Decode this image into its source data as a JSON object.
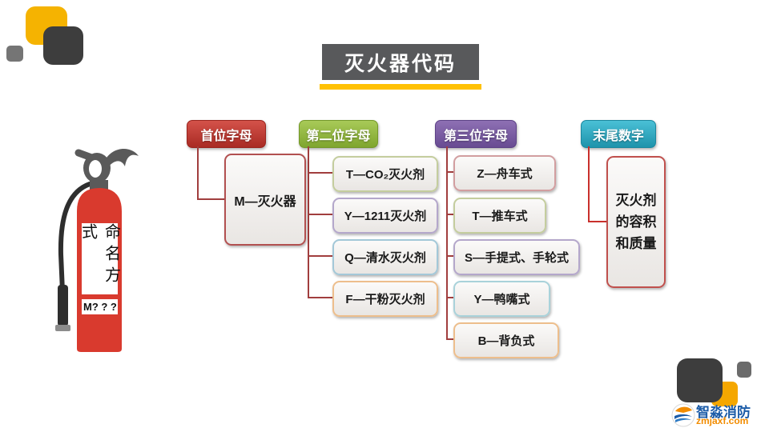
{
  "slide": {
    "title": "灭火器代码"
  },
  "extinguisher": {
    "label": "命名方式",
    "code": "M? ? ?"
  },
  "tree": {
    "columns": [
      {
        "header": "首位字母",
        "accent": "#C23B32",
        "items": [
          {
            "label": "M—灭火器",
            "accent": "#B25050"
          }
        ]
      },
      {
        "header": "第二位字母",
        "accent": "#8FB63F",
        "items": [
          {
            "label": "T—CO₂灭火剂",
            "accent": "#C4CD9E"
          },
          {
            "label": "Y—1211灭火剂",
            "accent": "#B4A7CB"
          },
          {
            "label": "Q—清水灭火剂",
            "accent": "#A3C8D8"
          },
          {
            "label": "F—干粉灭火剂",
            "accent": "#EDBE8C"
          }
        ]
      },
      {
        "header": "第三位字母",
        "accent": "#7A5BA5",
        "items": [
          {
            "label": "Z—舟车式",
            "accent": "#D29EA0"
          },
          {
            "label": "T—推车式",
            "accent": "#C4CD9E"
          },
          {
            "label": "S—手提式、手轮式",
            "accent": "#B4A7CB"
          },
          {
            "label": "Y—鸭嘴式",
            "accent": "#A9D2DA"
          },
          {
            "label": "B—背负式",
            "accent": "#EDBE8C"
          }
        ]
      },
      {
        "header": "末尾数字",
        "accent": "#2FA8BF",
        "items": [
          {
            "label": "灭火剂的容积和质量",
            "accent": "#C0504D"
          }
        ]
      }
    ],
    "connector_color": "#A13E3E",
    "connector_color_last": "#C9302C"
  },
  "logo": {
    "name": "智淼消防",
    "domain": "zmjaxf.com",
    "name_color": "#1C5CA8",
    "domain_color": "#F28C00"
  },
  "colors": {
    "title_bar_bg": "#58595B",
    "title_underline": "#FFC103",
    "extinguisher_body": "#D93A2E",
    "decor_yellow": "#F5A700",
    "decor_dark": "#3D3D3D",
    "decor_gray": "#6F6F6F"
  }
}
